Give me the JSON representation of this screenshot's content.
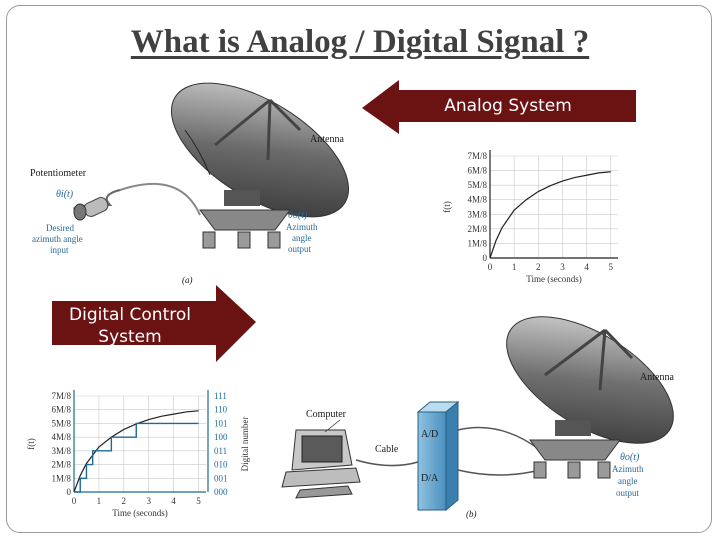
{
  "title": "What is Analog / Digital Signal ?",
  "analog_arrow_label": "Analog System",
  "digital_arrow_label": [
    "Digital Control",
    "System"
  ],
  "fig_a": {
    "antenna": "Antenna",
    "potentiometer": "Potentiometer",
    "theta_i": "θi(t)",
    "desired": [
      "Desired",
      "azimuth angle",
      "input"
    ],
    "theta_o": "θo(t)",
    "azimuth_out": [
      "Azimuth",
      "angle",
      "output"
    ],
    "caption": "(a)"
  },
  "fig_b": {
    "computer": "Computer",
    "cable": "Cable",
    "ad": "A/D",
    "da": "D/A",
    "antenna": "Antenna",
    "theta_o": "θo(t)",
    "azimuth_out": [
      "Azimuth",
      "angle",
      "output"
    ],
    "caption": "(b)"
  },
  "colors": {
    "arrow_fill": "#6b1212",
    "axis_blue": "#1b6a9a"
  },
  "chart_data": [
    {
      "type": "line",
      "ylabel": "f(t)",
      "xlabel": "Time (seconds)",
      "x_ticks": [
        "0",
        "1",
        "2",
        "3",
        "4",
        "5"
      ],
      "y_ticks": [
        "0",
        "1M/8",
        "2M/8",
        "3M/8",
        "4M/8",
        "5M/8",
        "6M/8",
        "7M/8"
      ],
      "series": [
        {
          "x": [
            0,
            0.25,
            0.5,
            1,
            1.5,
            2,
            2.5,
            3,
            3.5,
            4,
            4.5,
            5
          ],
          "y": [
            0,
            0.15,
            0.26,
            0.41,
            0.5,
            0.57,
            0.62,
            0.66,
            0.69,
            0.71,
            0.73,
            0.74
          ]
        }
      ],
      "xlim": [
        0,
        5.3
      ],
      "ylim": [
        0,
        0.875
      ]
    },
    {
      "type": "line",
      "ylabel": "f(t)",
      "xlabel": "Time (seconds)",
      "y2label": "Digital number",
      "x_ticks": [
        "0",
        "1",
        "2",
        "3",
        "4",
        "5"
      ],
      "y_ticks": [
        "0",
        "1M/8",
        "2M/8",
        "3M/8",
        "4M/8",
        "5M/8",
        "6M/8",
        "7M/8"
      ],
      "digital_ticks": [
        "000",
        "001",
        "010",
        "011",
        "100",
        "101",
        "110",
        "111"
      ],
      "series": [
        {
          "x": [
            0,
            0.25,
            0.5,
            1,
            1.5,
            2,
            2.5,
            3,
            3.5,
            4,
            4.5,
            5
          ],
          "y": [
            0,
            0.15,
            0.26,
            0.41,
            0.5,
            0.57,
            0.62,
            0.66,
            0.69,
            0.71,
            0.73,
            0.74
          ]
        },
        {
          "x": [
            0,
            0.25,
            0.5,
            0.75,
            1,
            1.5,
            2,
            2.5,
            3,
            3.5,
            4,
            4.5,
            5
          ],
          "y": [
            0,
            0.125,
            0.25,
            0.375,
            0.375,
            0.5,
            0.5,
            0.625,
            0.625,
            0.625,
            0.625,
            0.625,
            0.625
          ],
          "step": true
        }
      ],
      "xlim": [
        0,
        5.3
      ],
      "ylim": [
        0,
        0.875
      ]
    }
  ]
}
